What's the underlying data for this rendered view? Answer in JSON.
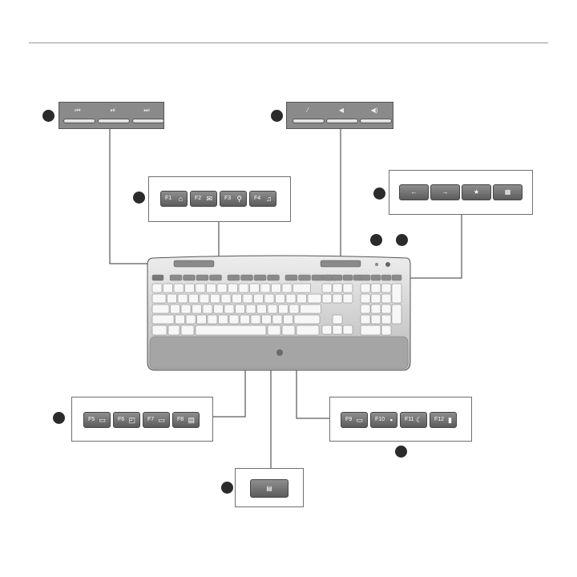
{
  "callouts": {
    "fkeys_1_4": [
      {
        "label": "F1",
        "icon": "home-icon",
        "glyph": "⌂"
      },
      {
        "label": "F2",
        "icon": "mail-icon",
        "glyph": "✉"
      },
      {
        "label": "F3",
        "icon": "search-icon",
        "glyph": "⚲"
      },
      {
        "label": "F4",
        "icon": "music-icon",
        "glyph": "♫"
      }
    ],
    "fkeys_5_8": [
      {
        "label": "F5",
        "icon": "windows-icon",
        "glyph": "▭"
      },
      {
        "label": "F6",
        "icon": "switch-icon",
        "glyph": "◰"
      },
      {
        "label": "F7",
        "icon": "display-icon",
        "glyph": "▭"
      },
      {
        "label": "F8",
        "icon": "menu-icon",
        "glyph": "▤"
      }
    ],
    "fkeys_9_12": [
      {
        "label": "F9",
        "icon": "monitor-icon",
        "glyph": "▭"
      },
      {
        "label": "F10",
        "icon": "lock-icon",
        "glyph": "▪"
      },
      {
        "label": "F11",
        "icon": "sleep-icon",
        "glyph": "☾"
      },
      {
        "label": "F12",
        "icon": "battery-icon",
        "glyph": "▮"
      }
    ],
    "media_keys": [
      {
        "icon": "previous-track-icon",
        "glyph": "⏮"
      },
      {
        "icon": "play-pause-icon",
        "glyph": "⏯"
      },
      {
        "icon": "next-track-icon",
        "glyph": "⏭"
      }
    ],
    "volume_keys": [
      {
        "icon": "mute-icon",
        "glyph": "⁄"
      },
      {
        "icon": "volume-down-icon",
        "glyph": "◀"
      },
      {
        "icon": "volume-up-icon",
        "glyph": "◀)"
      }
    ],
    "nav_keys": [
      {
        "icon": "back-icon",
        "glyph": "←"
      },
      {
        "icon": "forward-icon",
        "glyph": "→"
      },
      {
        "icon": "favorites-icon",
        "glyph": "★"
      },
      {
        "icon": "calculator-icon",
        "glyph": "▦"
      }
    ],
    "menu_key": {
      "icon": "application-menu-icon",
      "glyph": "▤"
    }
  },
  "keyboard": {
    "brand_icon": "logitech-logo-icon"
  }
}
